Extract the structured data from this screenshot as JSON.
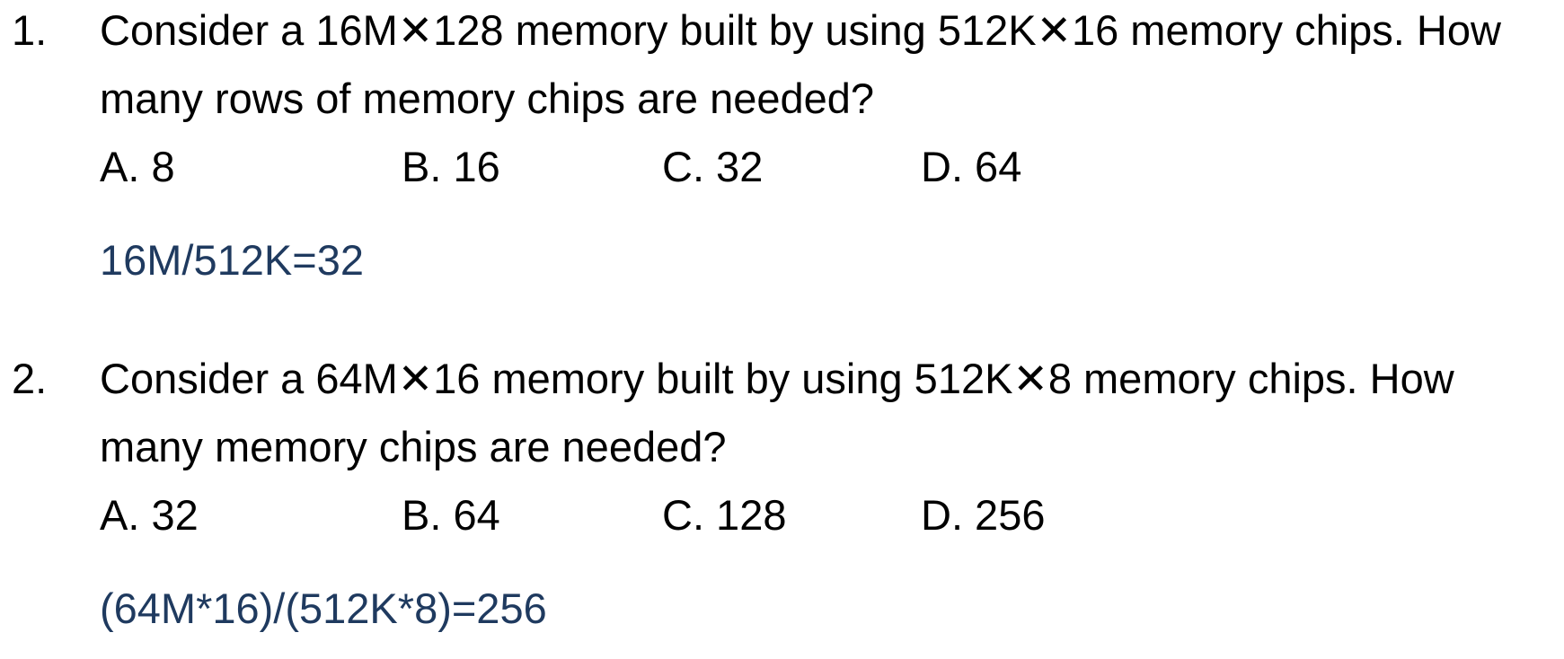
{
  "questions": [
    {
      "number": "1.",
      "text": "Consider a 16M✕128 memory built by using 512K✕16 memory chips. How many rows of memory chips are needed?",
      "options": [
        "A. 8",
        "B. 16",
        "C. 32",
        "D. 64"
      ],
      "answer": "16M/512K=32"
    },
    {
      "number": "2.",
      "text": "Consider a 64M✕16 memory built by using 512K✕8 memory chips. How many memory chips are needed?",
      "options": [
        "A. 32",
        "B. 64",
        "C. 128",
        "D. 256"
      ],
      "answer": "(64M*16)/(512K*8)=256"
    }
  ],
  "colors": {
    "text": "#000000",
    "answer": "#1f3a5f",
    "background": "#ffffff"
  }
}
